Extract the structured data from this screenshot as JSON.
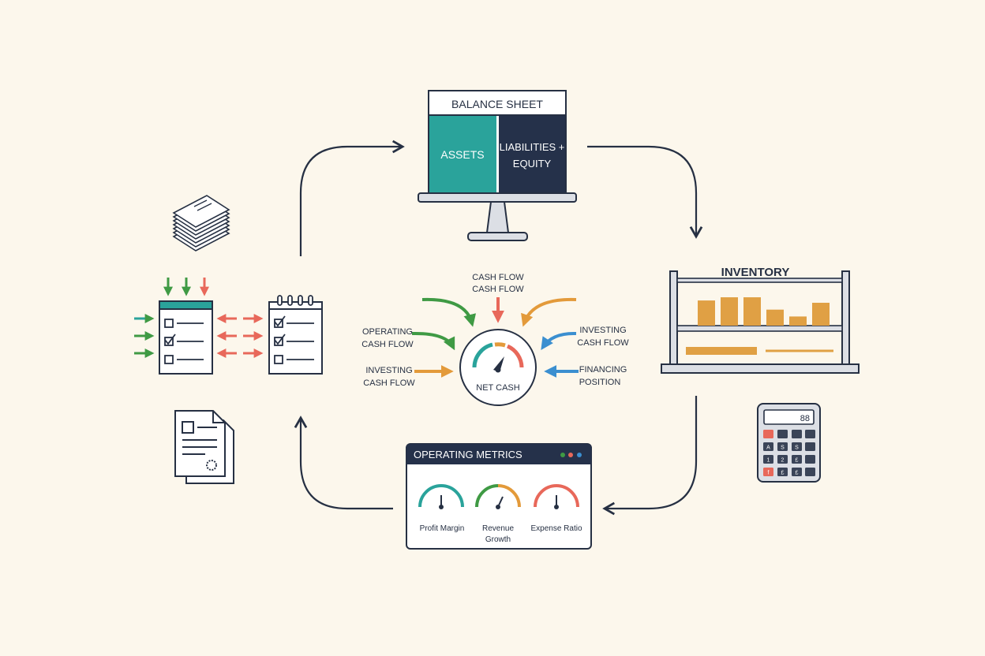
{
  "colors": {
    "background": "#fcf7ec",
    "ink": "#263043",
    "teal": "#2aa39b",
    "navy": "#25314a",
    "green": "#3f9a44",
    "red": "#e8685a",
    "orange": "#e39a3a",
    "blue": "#3b8fd0",
    "bar": "#e0a044",
    "grey": "#dcdfe5"
  },
  "balance_sheet": {
    "title": "BALANCE SHEET",
    "assets": "ASSETS",
    "liabilities_line1": "LIABILITIES +",
    "liabilities_line2": "EQUITY"
  },
  "inventory": {
    "title": "INVENTORY",
    "bar_levels": [
      0.55,
      0.62,
      0.62,
      0.35,
      0.2,
      0.5
    ]
  },
  "net_cash": {
    "center_label": "NET CASH",
    "inputs": {
      "top_line1": "CASH FLOW",
      "top_line2": "CASH FLOW",
      "left_top_line1": "OPERATING",
      "left_top_line2": "CASH FLOW",
      "left_bottom_line1": "INVESTING",
      "left_bottom_line2": "CASH FLOW",
      "right_top_line1": "INVESTING",
      "right_top_line2": "CASH FLOW",
      "right_bottom_line1": "FINANCING",
      "right_bottom_line2": "POSITION"
    }
  },
  "operating_metrics": {
    "title": "OPERATING METRICS",
    "gauges": [
      {
        "line1": "Profit Margin",
        "line2": ""
      },
      {
        "line1": "Revenue",
        "line2": "Growth"
      },
      {
        "line1": "Expense Ratio",
        "line2": ""
      }
    ]
  },
  "calculator": {
    "display": "88",
    "keys": [
      "A",
      "S",
      "S",
      "1",
      "2",
      "£",
      "f",
      "£",
      "£"
    ]
  },
  "icons": [
    "document-stack-icon",
    "checklist-icon",
    "notepad-icon",
    "certificate-document-icon",
    "calculator-icon",
    "monitor-icon",
    "speedometer-icon"
  ]
}
